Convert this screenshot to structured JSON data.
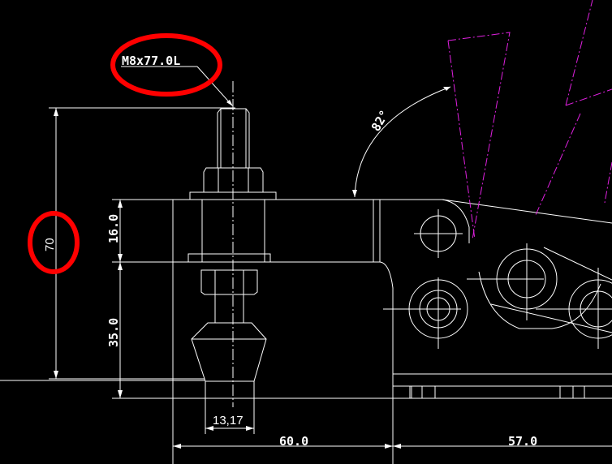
{
  "drawing": {
    "callout_thread": "M8x77.0L",
    "angle": "82°",
    "dim_total_height": "70",
    "dim_upper_height": "16.0",
    "dim_lower_height": "35.0",
    "dim_spindle_dia": "13,17",
    "dim_width_left": "60.0",
    "dim_width_right": "57.0"
  },
  "colors": {
    "background": "#000000",
    "lines": "#ffffff",
    "construction": "#e020e0",
    "markup": "#ff0000"
  }
}
